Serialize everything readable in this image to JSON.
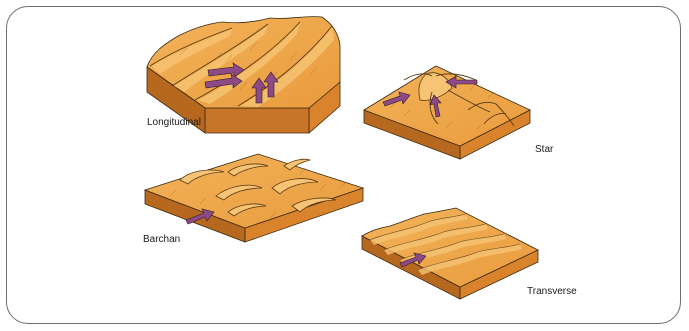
{
  "labels": {
    "longitudinal": "Longitudinal",
    "star": "Star",
    "barchan": "Barchan",
    "transverse": "Transverse"
  },
  "colors": {
    "sand_top": "#efa84a",
    "sand_light": "#f6c474",
    "sand_side": "#d9832c",
    "sand_dark": "#b7681f",
    "arrow": "#8e4a86",
    "outline": "#3d2a12",
    "frame": "#6e6e6e"
  },
  "icons": [
    "wind-direction-arrow"
  ]
}
